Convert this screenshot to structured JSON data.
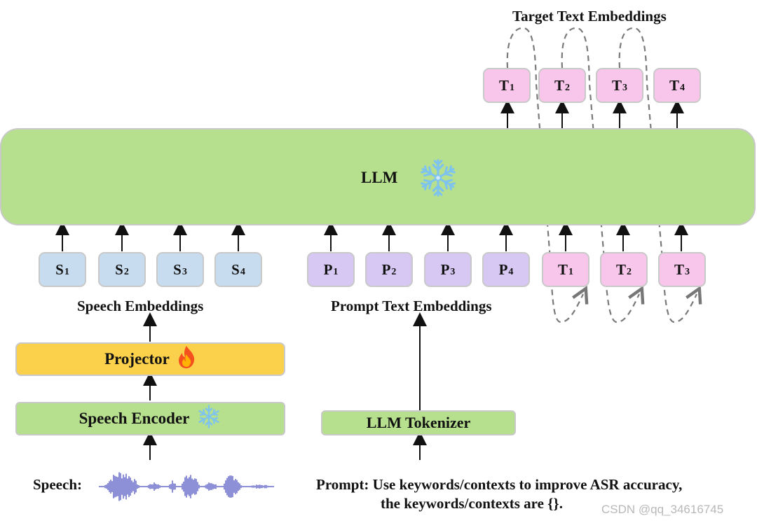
{
  "llm": {
    "label": "LLM"
  },
  "target_text_embeddings": {
    "title": "Target Text Embeddings",
    "tokens": [
      {
        "base": "T",
        "sub": "1"
      },
      {
        "base": "T",
        "sub": "2"
      },
      {
        "base": "T",
        "sub": "3"
      },
      {
        "base": "T",
        "sub": "4"
      }
    ]
  },
  "input_target_tokens": [
    {
      "base": "T",
      "sub": "1"
    },
    {
      "base": "T",
      "sub": "2"
    },
    {
      "base": "T",
      "sub": "3"
    }
  ],
  "speech_embeddings": {
    "label": "Speech Embeddings",
    "tokens": [
      {
        "base": "S",
        "sub": "1"
      },
      {
        "base": "S",
        "sub": "2"
      },
      {
        "base": "S",
        "sub": "3"
      },
      {
        "base": "S",
        "sub": "4"
      }
    ]
  },
  "prompt_text_embeddings": {
    "label": "Prompt Text Embeddings",
    "tokens": [
      {
        "base": "P",
        "sub": "1"
      },
      {
        "base": "P",
        "sub": "2"
      },
      {
        "base": "P",
        "sub": "3"
      },
      {
        "base": "P",
        "sub": "4"
      }
    ]
  },
  "projector": {
    "label": "Projector"
  },
  "speech_encoder": {
    "label": "Speech Encoder"
  },
  "llm_tokenizer": {
    "label": "LLM Tokenizer"
  },
  "speech_input": {
    "label": "Speech:"
  },
  "prompt_input": {
    "line1": "Prompt: Use keywords/contexts to improve ASR accuracy,",
    "line2": "the keywords/contexts are {}."
  },
  "icons": {
    "frozen": "snowflake-icon",
    "trainable": "fire-icon",
    "waveform": "waveform-icon"
  },
  "colors": {
    "llm": "#b6df8e",
    "speech_token": "#c8dcef",
    "prompt_token": "#d6c8f2",
    "target_token": "#f8c6ea",
    "projector": "#fbd14c"
  },
  "watermark": "CSDN @qq_34616745"
}
